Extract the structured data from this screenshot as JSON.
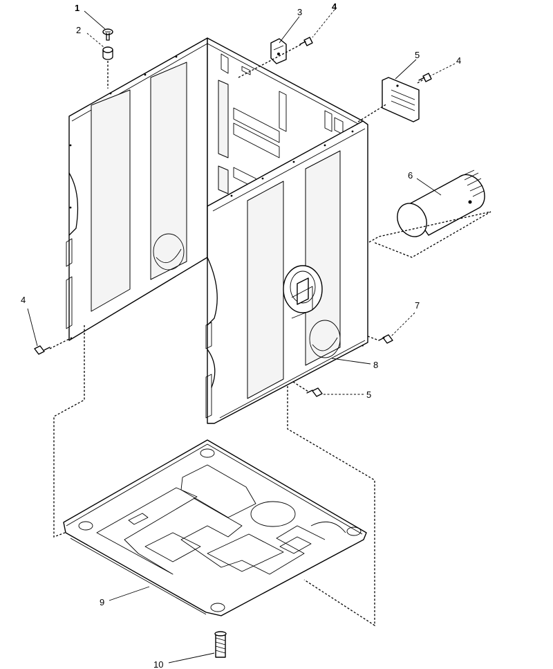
{
  "callouts": {
    "c1": "1",
    "c2": "2",
    "c3": "3",
    "c4a": "4",
    "c4b": "4",
    "c4c": "4",
    "c5a": "5",
    "c5b": "5",
    "c6": "6",
    "c7": "7",
    "c8": "8",
    "c9": "9",
    "c10": "10"
  }
}
